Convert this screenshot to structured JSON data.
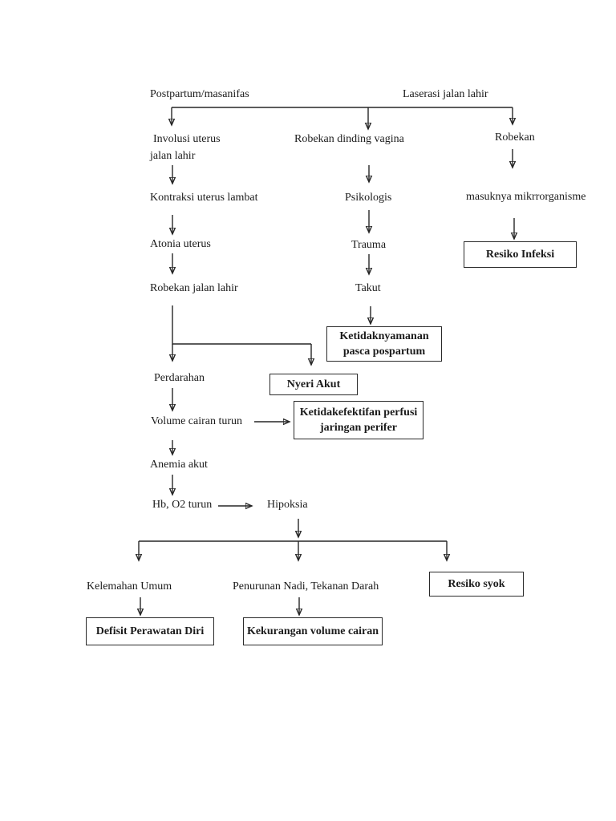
{
  "page": {
    "background": "#ffffff",
    "text_color": "#1b1b1b",
    "line_color": "#262626"
  },
  "flowchart": {
    "description": "Postpartum nursing pathway diagram",
    "nodes": {
      "postpartum": "Postpartum/masanifas",
      "laserasi": "Laserasi jalan lahir",
      "involusi_line1": "Involusi uterus",
      "involusi_line2": "jalan lahir",
      "robekan_dinding": "Robekan dinding vagina",
      "robekan": "Robekan",
      "kontraksi": "Kontraksi uterus lambat",
      "psikologis": "Psikologis",
      "masuknya": "masuknya mikrrorganisme",
      "atonia": "Atonia uterus",
      "trauma": "Trauma",
      "resiko_infeksi": "Resiko Infeksi",
      "robekan_jalan": "Robekan jalan lahir",
      "takut": "Takut",
      "ketidaknyamanan_line1": "Ketidaknyamanan",
      "ketidaknyamanan_line2": "pasca pospartum",
      "perdarahan": "Perdarahan",
      "nyeri_akut": "Nyeri Akut",
      "volume_cairan": "Volume cairan turun",
      "ketidakefektifan_line1": "Ketidakefektifan perfusi",
      "ketidakefektifan_line2": "jaringan perifer",
      "anemia": "Anemia akut",
      "hb_o2": "Hb, O2 turun",
      "hipoksia": "Hipoksia",
      "kelemahan": "Kelemahan Umum",
      "penurunan": "Penurunan Nadi, Tekanan Darah",
      "resiko_syok": "Resiko syok",
      "defisit": "Defisit Perawatan Diri",
      "kekurangan": "Kekurangan volume cairan"
    }
  }
}
